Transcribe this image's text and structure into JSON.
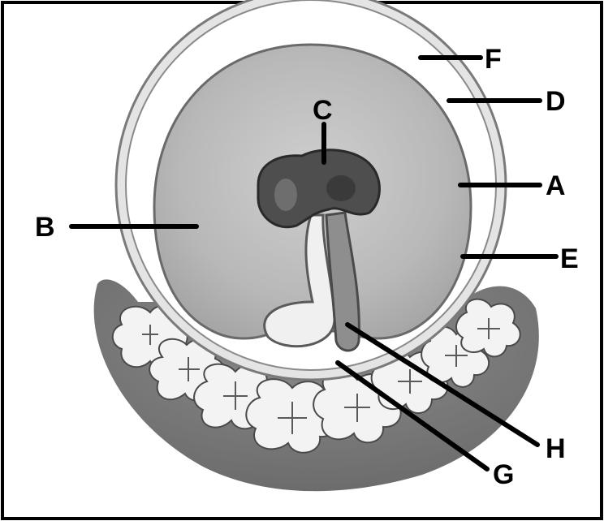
{
  "labels": {
    "a": "A",
    "b": "B",
    "c": "C",
    "d": "D",
    "e": "E",
    "f": "F",
    "g": "G",
    "h": "H"
  },
  "colors": {
    "frame": "#000000",
    "background": "#ffffff",
    "outer_ring": "#e6e6e6",
    "cavity": "#f4f4f4",
    "amniotic_sac": "#b9b9b9",
    "villi_region": "#7d7d7d",
    "embryo": "#4a4a4a",
    "yolk_stalk": "#efefef"
  }
}
